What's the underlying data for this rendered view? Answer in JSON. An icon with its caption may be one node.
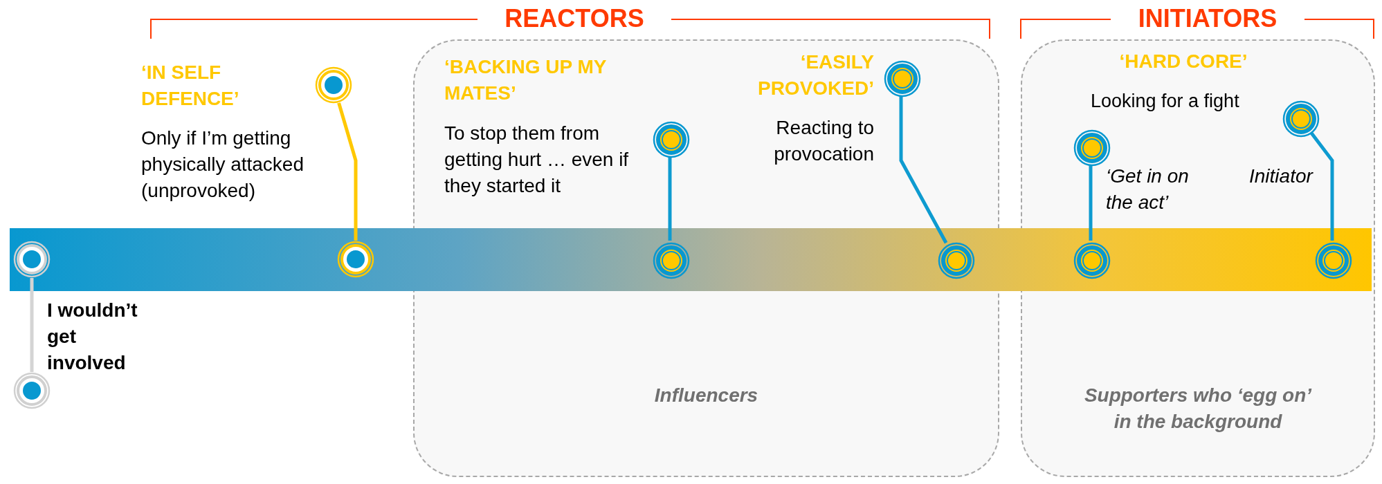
{
  "diagram": {
    "nodes": [
      {
        "text": [],
        "shape": "circle"
      },
      {
        "text": [],
        "shape": "circle"
      },
      {
        "text": [],
        "shape": "circle"
      },
      {
        "text": [],
        "shape": "circle"
      },
      {
        "text": [
          "Influencers"
        ]
      },
      {
        "text": [],
        "shape": "circle",
        "in": 4
      },
      {
        "text": [],
        "shape": "circle",
        "in": 4
      },
      {
        "text": [],
        "shape": "circle",
        "in": 4
      },
      {
        "text": [],
        "shape": "circle",
        "in": 4
      },
      {
        "text": [
          "Supporters who ‘egg on’ in the background"
        ]
      },
      {
        "text": [],
        "shape": "circle",
        "in": 9
      },
      {
        "text": [],
        "shape": "circle",
        "in": 9
      },
      {
        "text": [],
        "shape": "circle",
        "in": 9
      },
      {
        "text": [],
        "shape": "circle",
        "in": 9
      }
    ],
    "edges": [
      {
        "from": 0,
        "to": 1,
        "arrow": "none",
        "color": "#d4d4d4"
      },
      {
        "from": 2,
        "to": 3,
        "arrow": "none",
        "color": "#ffc800"
      },
      {
        "from": 5,
        "to": 6,
        "arrow": "none"
      },
      {
        "from": 7,
        "to": 8,
        "arrow": "none"
      },
      {
        "from": 10,
        "to": 11,
        "arrow": "none"
      },
      {
        "from": 12,
        "to": 13,
        "arrow": "none"
      }
    ],
    "labels": [
      "REACTORS",
      "INITIATORS",
      "‘IN SELF DEFENCE’",
      "‘BACKING UP MY MATES’",
      "‘EASILY PROVOKED’",
      "‘HARD CORE’",
      "Looking for a fight",
      "Only if I’m getting physically attacked (unprovoked)",
      "To stop them from getting hurt … even if they started it",
      "Reacting to provocation",
      "‘Get in on the act’",
      "Initiator",
      "I wouldn’t get involved"
    ]
  }
}
